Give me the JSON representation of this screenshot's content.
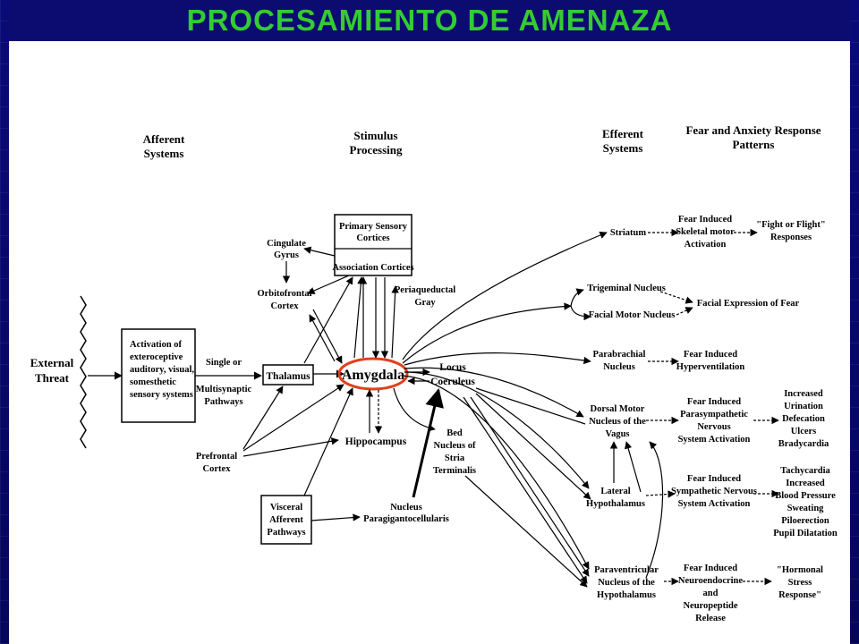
{
  "title": "PROCESAMIENTO DE AMENAZA",
  "colors": {
    "title": "#33cc33",
    "background": "#0a0a6e",
    "highlight": "#e0401a"
  },
  "headers": {
    "afferent": [
      "Afferent",
      "Systems"
    ],
    "stimulus": [
      "Stimulus",
      "Processing"
    ],
    "efferent": [
      "Efferent",
      "Systems"
    ],
    "fear": [
      "Fear and Anxiety Response",
      "Patterns"
    ]
  },
  "nodes": {
    "external_threat": [
      "External",
      "Threat"
    ],
    "activation": [
      "Activation of",
      "exteroceptive",
      "auditory, visual,",
      "somesthetic",
      "sensory systems"
    ],
    "single_or": [
      "Single or",
      "Multisynaptic",
      "Pathways"
    ],
    "thalamus": "Thalamus",
    "amygdala": "Amygdala",
    "primary_sensory": [
      "Primary Sensory",
      "Cortices"
    ],
    "association": "Association Cortices",
    "cingulate": [
      "Cingulate",
      "Gyrus"
    ],
    "orbitofrontal": [
      "Orbitofrontal",
      "Cortex"
    ],
    "periaqueductal": [
      "Periaqueductal",
      "Gray"
    ],
    "locus": [
      "Locus",
      "Coeruleus"
    ],
    "hippocampus": "Hippocampus",
    "prefrontal": [
      "Prefrontal",
      "Cortex"
    ],
    "visceral": [
      "Visceral",
      "Afferent",
      "Pathways"
    ],
    "nucleus_para": [
      "Nucleus",
      "Paragigantocellularis"
    ],
    "bed_nucleus": [
      "Bed",
      "Nucleus of",
      "Stria",
      "Terminalis"
    ],
    "striatum": "Striatum",
    "trigeminal": "Trigeminal Nucleus",
    "facial_motor": "Facial Motor Nucleus",
    "parabrachial": [
      "Parabrachial",
      "Nucleus"
    ],
    "dorsal_motor": [
      "Dorsal Motor",
      "Nucleus of the",
      "Vagus"
    ],
    "lateral_hypo": [
      "Lateral",
      "Hypothalamus"
    ],
    "paraventricular": [
      "Paraventricular",
      "Nucleus of the",
      "Hypothalamus"
    ],
    "skeletal": [
      "Fear Induced",
      "Skeletal motor",
      "Activation"
    ],
    "fight": [
      "\"Fight or Flight\"",
      "Responses"
    ],
    "facial_expr": "Facial Expression of Fear",
    "hyperventilation": [
      "Fear Induced",
      "Hyperventilation"
    ],
    "parasympathetic": [
      "Fear Induced",
      "Parasympathetic",
      "Nervous",
      "System Activation"
    ],
    "para_list": [
      "Increased",
      "Urination",
      "Defecation",
      "Ulcers",
      "Bradycardia"
    ],
    "sympathetic": [
      "Fear Induced",
      "Sympathetic Nervous",
      "System Activation"
    ],
    "symp_list": [
      "Tachycardia",
      "Increased",
      "Blood Pressure",
      "Sweating",
      "Piloerection",
      "Pupil Dilatation"
    ],
    "neuroendocrine": [
      "Fear Induced",
      "Neuroendocrine",
      "and",
      "Neuropeptide",
      "Release"
    ],
    "hormonal": [
      "\"Hormonal",
      "Stress",
      "Response\""
    ]
  }
}
